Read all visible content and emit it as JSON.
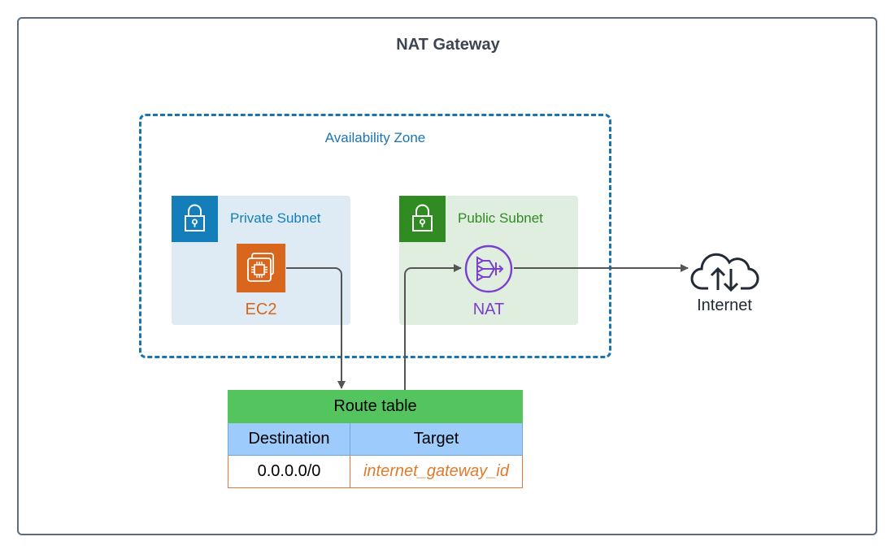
{
  "diagram": {
    "title": "NAT Gateway",
    "availability_zone": {
      "label": "Availability Zone"
    },
    "private_subnet": {
      "label": "Private Subnet",
      "icon": "lock-icon",
      "color": "#147eba",
      "resource": {
        "label": "EC2",
        "icon": "ec2-chip-icon",
        "color": "#d8661d"
      }
    },
    "public_subnet": {
      "label": "Public Subnet",
      "icon": "lock-icon",
      "color": "#2f8b22",
      "resource": {
        "label": "NAT",
        "icon": "nat-gateway-icon",
        "color": "#7a3fd0"
      }
    },
    "internet": {
      "label": "Internet",
      "icon": "cloud-upload-download-icon"
    },
    "route_table": {
      "title": "Route table",
      "columns": [
        "Destination",
        "Target"
      ],
      "rows": [
        {
          "destination": "0.0.0.0/0",
          "target": "internet_gateway_id"
        }
      ]
    },
    "connections": [
      {
        "from": "EC2",
        "to": "Route table"
      },
      {
        "from": "Route table",
        "to": "NAT"
      },
      {
        "from": "NAT",
        "to": "Internet"
      }
    ]
  }
}
